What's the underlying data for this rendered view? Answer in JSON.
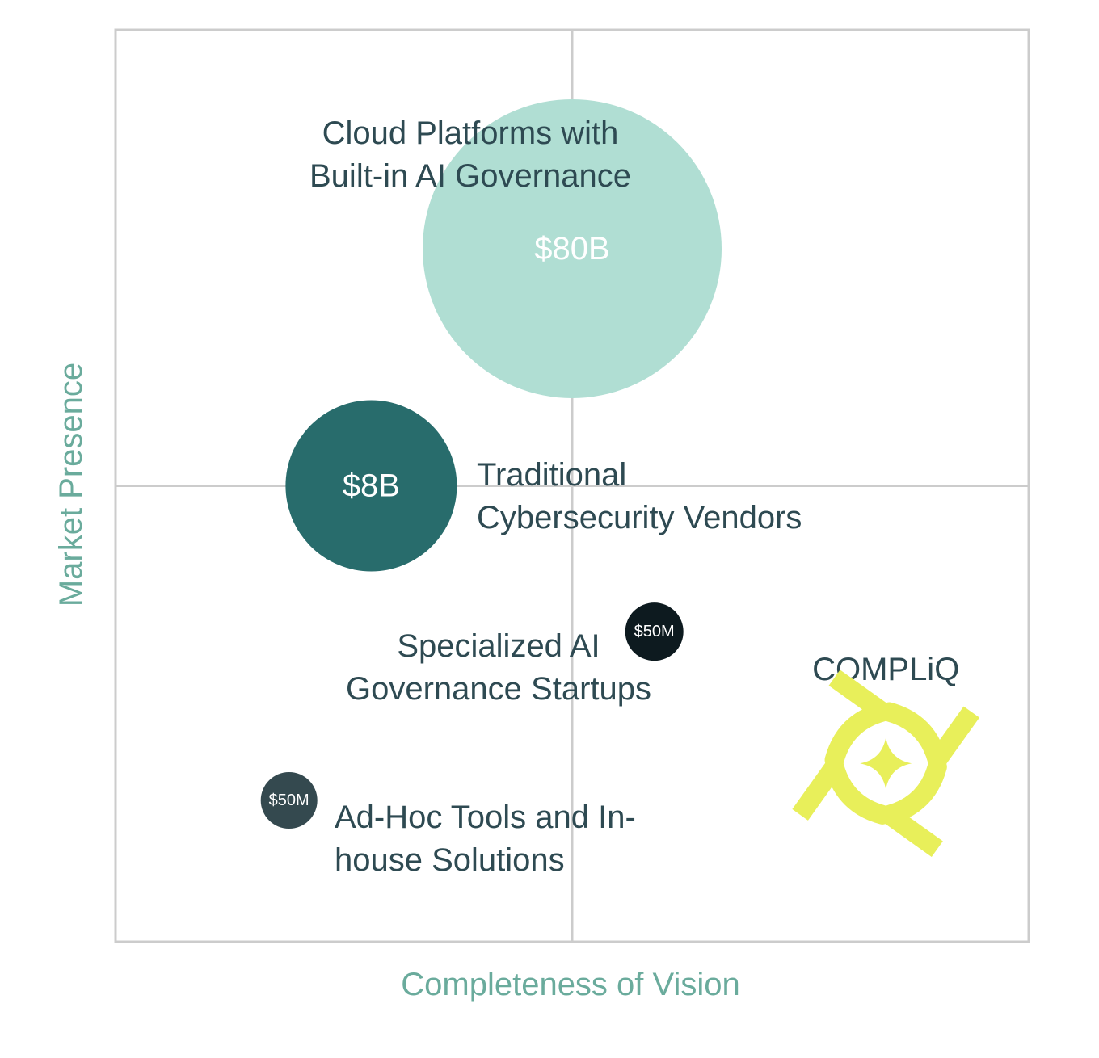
{
  "chart_data": {
    "type": "scatter",
    "xlabel": "Completeness of Vision",
    "ylabel": "Market Presence",
    "grid": true,
    "quadrants": 4,
    "series": [
      {
        "name": "",
        "points": [
          {
            "id": "cloud",
            "label": [
              "Cloud Platforms with",
              "Built-in AI Governance"
            ],
            "value_text": "$80B",
            "x": 0.5,
            "y": 0.76,
            "color": "#b0ded3"
          },
          {
            "id": "traditional",
            "label": [
              "Traditional",
              "Cybersecurity Vendors"
            ],
            "value_text": "$8B",
            "x": 0.28,
            "y": 0.5,
            "color": "#286c6c"
          },
          {
            "id": "specialized",
            "label": [
              "Specialized AI",
              "Governance Startups"
            ],
            "value_text": "$50M",
            "x": 0.59,
            "y": 0.34,
            "color": "#0d1a1f"
          },
          {
            "id": "adhoc",
            "label": [
              "Ad-Hoc Tools and In-",
              "house Solutions"
            ],
            "value_text": "$50M",
            "x": 0.19,
            "y": 0.155,
            "color": "#34494f"
          }
        ]
      }
    ],
    "highlight": {
      "label": "COMPLiQ",
      "icon": "compliq-logo-icon",
      "color": "#e8ef5a",
      "x": 0.84,
      "y": 0.2
    }
  },
  "colors": {
    "grid": "#cccccc",
    "label": "#2e4a52",
    "axis_title": "#6aab9c"
  }
}
